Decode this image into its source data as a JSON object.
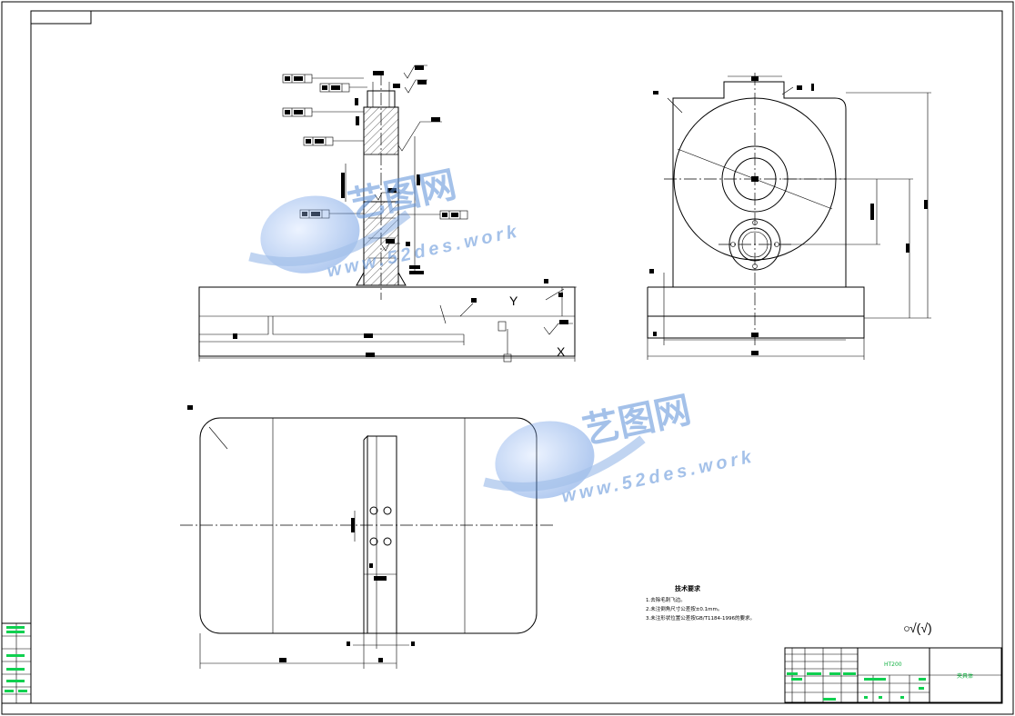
{
  "drawing": {
    "tech_requirements": {
      "title": "技术要求",
      "items": [
        "1.去除毛刺飞边。",
        "2.未注倒角尺寸公差按±0.1mm。",
        "3.未注形状位置公差按GB/T1184-1996的要求。"
      ]
    },
    "title_block": {
      "part_name": "夹具体",
      "material": "HT200"
    },
    "watermark": {
      "logo_text": "艺图网",
      "url_text": "www.52des.work"
    },
    "datum_labels": [
      "Y",
      "X"
    ],
    "roughness_symbol": "√(√)",
    "colors": {
      "line": "#000000",
      "accent": "#10d050",
      "watermark": "#5a8fd8"
    }
  }
}
